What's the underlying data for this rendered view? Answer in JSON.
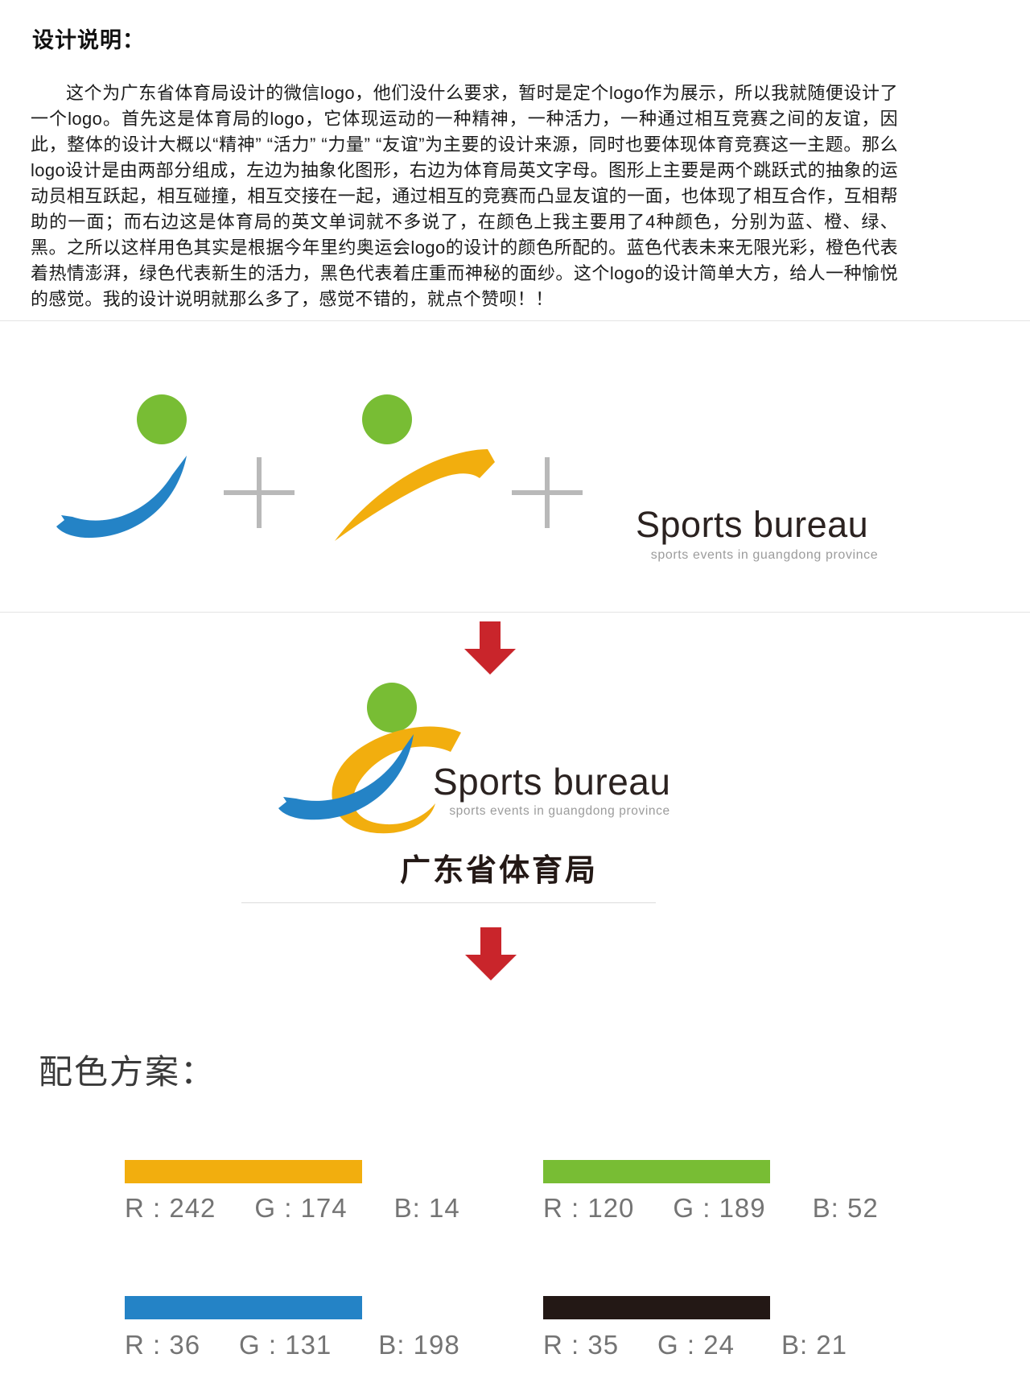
{
  "design_notes": {
    "heading": "设计说明：",
    "paragraph": "这个为广东省体育局设计的微信logo，他们没什么要求，暂时是定个logo作为展示，所以我就随便设计了一个logo。首先这是体育局的logo，它体现运动的一种精神，一种活力，一种通过相互竞赛之间的友谊，因此，整体的设计大概以“精神” “活力” “力量” “友谊”为主要的设计来源，同时也要体现体育竞赛这一主题。那么logo设计是由两部分组成，左边为抽象化图形，右边为体育局英文字母。图形上主要是两个跳跃式的抽象的运动员相互跃起，相互碰撞，相互交接在一起，通过相互的竞赛而凸显友谊的一面，也体现了相互合作，互相帮助的一面；而右边这是体育局的英文单词就不多说了，在颜色上我主要用了4种颜色，分别为蓝、橙、绿、黑。之所以这样用色其实是根据今年里约奥运会logo的设计的颜色所配的。蓝色代表未来无限光彩，橙色代表着热情澎湃，绿色代表新生的活力，黑色代表着庄重而神秘的面纱。这个logo的设计简单大方，给人一种愉悦的感觉。我的设计说明就那么多了，感觉不错的，就点个赞呗！！"
  },
  "logo": {
    "title": "Sports bureau",
    "subtitle": "sports events in guangdong province",
    "cn_name": "广东省体育局",
    "colors": {
      "green": "#78BD34",
      "orange": "#F2AE0E",
      "blue": "#2483C6",
      "dark": "#231815"
    }
  },
  "symbols": {
    "plus_color": "#b9b9b9",
    "arrow_color": "#C9252B"
  },
  "palette_section": {
    "heading": "配色方案：",
    "swatches": [
      {
        "name": "orange",
        "color_hex": "#F2AE0E",
        "r": "R : 242",
        "g": "G : 174",
        "b": "B: 14"
      },
      {
        "name": "green",
        "color_hex": "#78BD34",
        "r": "R : 120",
        "g": "G : 189",
        "b": "B: 52"
      },
      {
        "name": "blue",
        "color_hex": "#2483C6",
        "r": "R : 36",
        "g": "G : 131",
        "b": "B: 198"
      },
      {
        "name": "black",
        "color_hex": "#231815",
        "r": "R : 35",
        "g": "G : 24",
        "b": "B: 21"
      }
    ]
  }
}
